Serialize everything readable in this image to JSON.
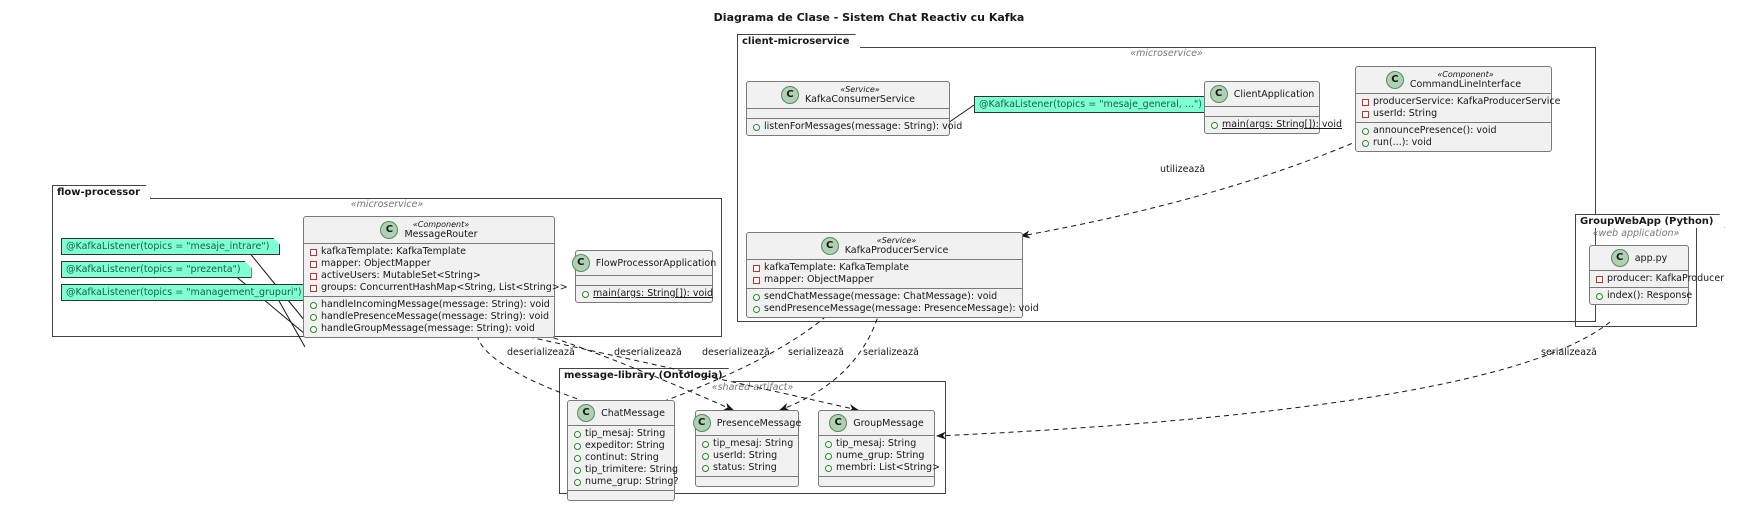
{
  "title": "Diagrama de Clase - Sistem Chat Reactiv cu Kafka",
  "packages": {
    "client": {
      "name": "client-microservice",
      "stereotype": "«microservice»"
    },
    "flow": {
      "name": "flow-processor",
      "stereotype": "«microservice»"
    },
    "web": {
      "name": "GroupWebApp (Python)",
      "stereotype": "«web application»"
    },
    "lib": {
      "name": "message-library (Ontologia)",
      "stereotype": "«shared artifact»"
    }
  },
  "classes": {
    "kafka_consumer": {
      "badge": "C",
      "stereotype": "«Service»",
      "name": "KafkaConsumerService",
      "fields": [],
      "methods": [
        "listenForMessages(message: String): void"
      ]
    },
    "client_app": {
      "badge": "C",
      "name": "ClientApplication",
      "fields": [],
      "methods": [
        "main(args: String[]): void"
      ]
    },
    "cli": {
      "badge": "C",
      "stereotype": "«Component»",
      "name": "CommandLineInterface",
      "fields": [
        "producerService: KafkaProducerService",
        "userId: String"
      ],
      "methods": [
        "announcePresence(): void",
        "run(...): void"
      ]
    },
    "kafka_producer": {
      "badge": "C",
      "stereotype": "«Service»",
      "name": "KafkaProducerService",
      "fields": [
        "kafkaTemplate: KafkaTemplate",
        "mapper: ObjectMapper"
      ],
      "methods": [
        "sendChatMessage(message: ChatMessage): void",
        "sendPresenceMessage(message: PresenceMessage): void"
      ]
    },
    "router": {
      "badge": "C",
      "stereotype": "«Component»",
      "name": "MessageRouter",
      "fields": [
        "kafkaTemplate: KafkaTemplate",
        "mapper: ObjectMapper",
        "activeUsers: MutableSet<String>",
        "groups: ConcurrentHashMap<String, List<String>>"
      ],
      "methods": [
        "handleIncomingMessage(message: String): void",
        "handlePresenceMessage(message: String): void",
        "handleGroupMessage(message: String): void"
      ]
    },
    "flow_app": {
      "badge": "C",
      "name": "FlowProcessorApplication",
      "fields": [],
      "methods": [
        "main(args: String[]): void"
      ]
    },
    "app_py": {
      "badge": "C",
      "name": "app.py",
      "fields": [
        "producer: KafkaProducer"
      ],
      "methods": [
        "index(): Response"
      ]
    },
    "chat_msg": {
      "badge": "C",
      "name": "ChatMessage",
      "fields": [
        "tip_mesaj: String",
        "expeditor: String",
        "continut: String",
        "tip_trimitere: String",
        "nume_grup: String?"
      ],
      "methods": []
    },
    "presence_msg": {
      "badge": "C",
      "name": "PresenceMessage",
      "fields": [
        "tip_mesaj: String",
        "userId: String",
        "status: String"
      ],
      "methods": []
    },
    "group_msg": {
      "badge": "C",
      "name": "GroupMessage",
      "fields": [
        "tip_mesaj: String",
        "nume_grup: String",
        "membri: List<String>"
      ],
      "methods": []
    }
  },
  "notes": {
    "consumer": "@KafkaListener(topics = \"mesaje_general, ...\")",
    "intrare": "@KafkaListener(topics = \"mesaje_intrare\")",
    "prezenta": "@KafkaListener(topics = \"prezenta\")",
    "grupuri": "@KafkaListener(topics = \"management_grupuri\")"
  },
  "edge_labels": {
    "utilizeaza": "utilizează",
    "deser1": "deserializează",
    "deser2": "deserializează",
    "deser3": "deserializează",
    "ser1": "serializează",
    "ser2": "serializează",
    "ser3": "serializează"
  },
  "colors": {
    "class_bg": "#F1F1F1",
    "badge": "#ADD1B2",
    "note": "#7FFFD4"
  }
}
